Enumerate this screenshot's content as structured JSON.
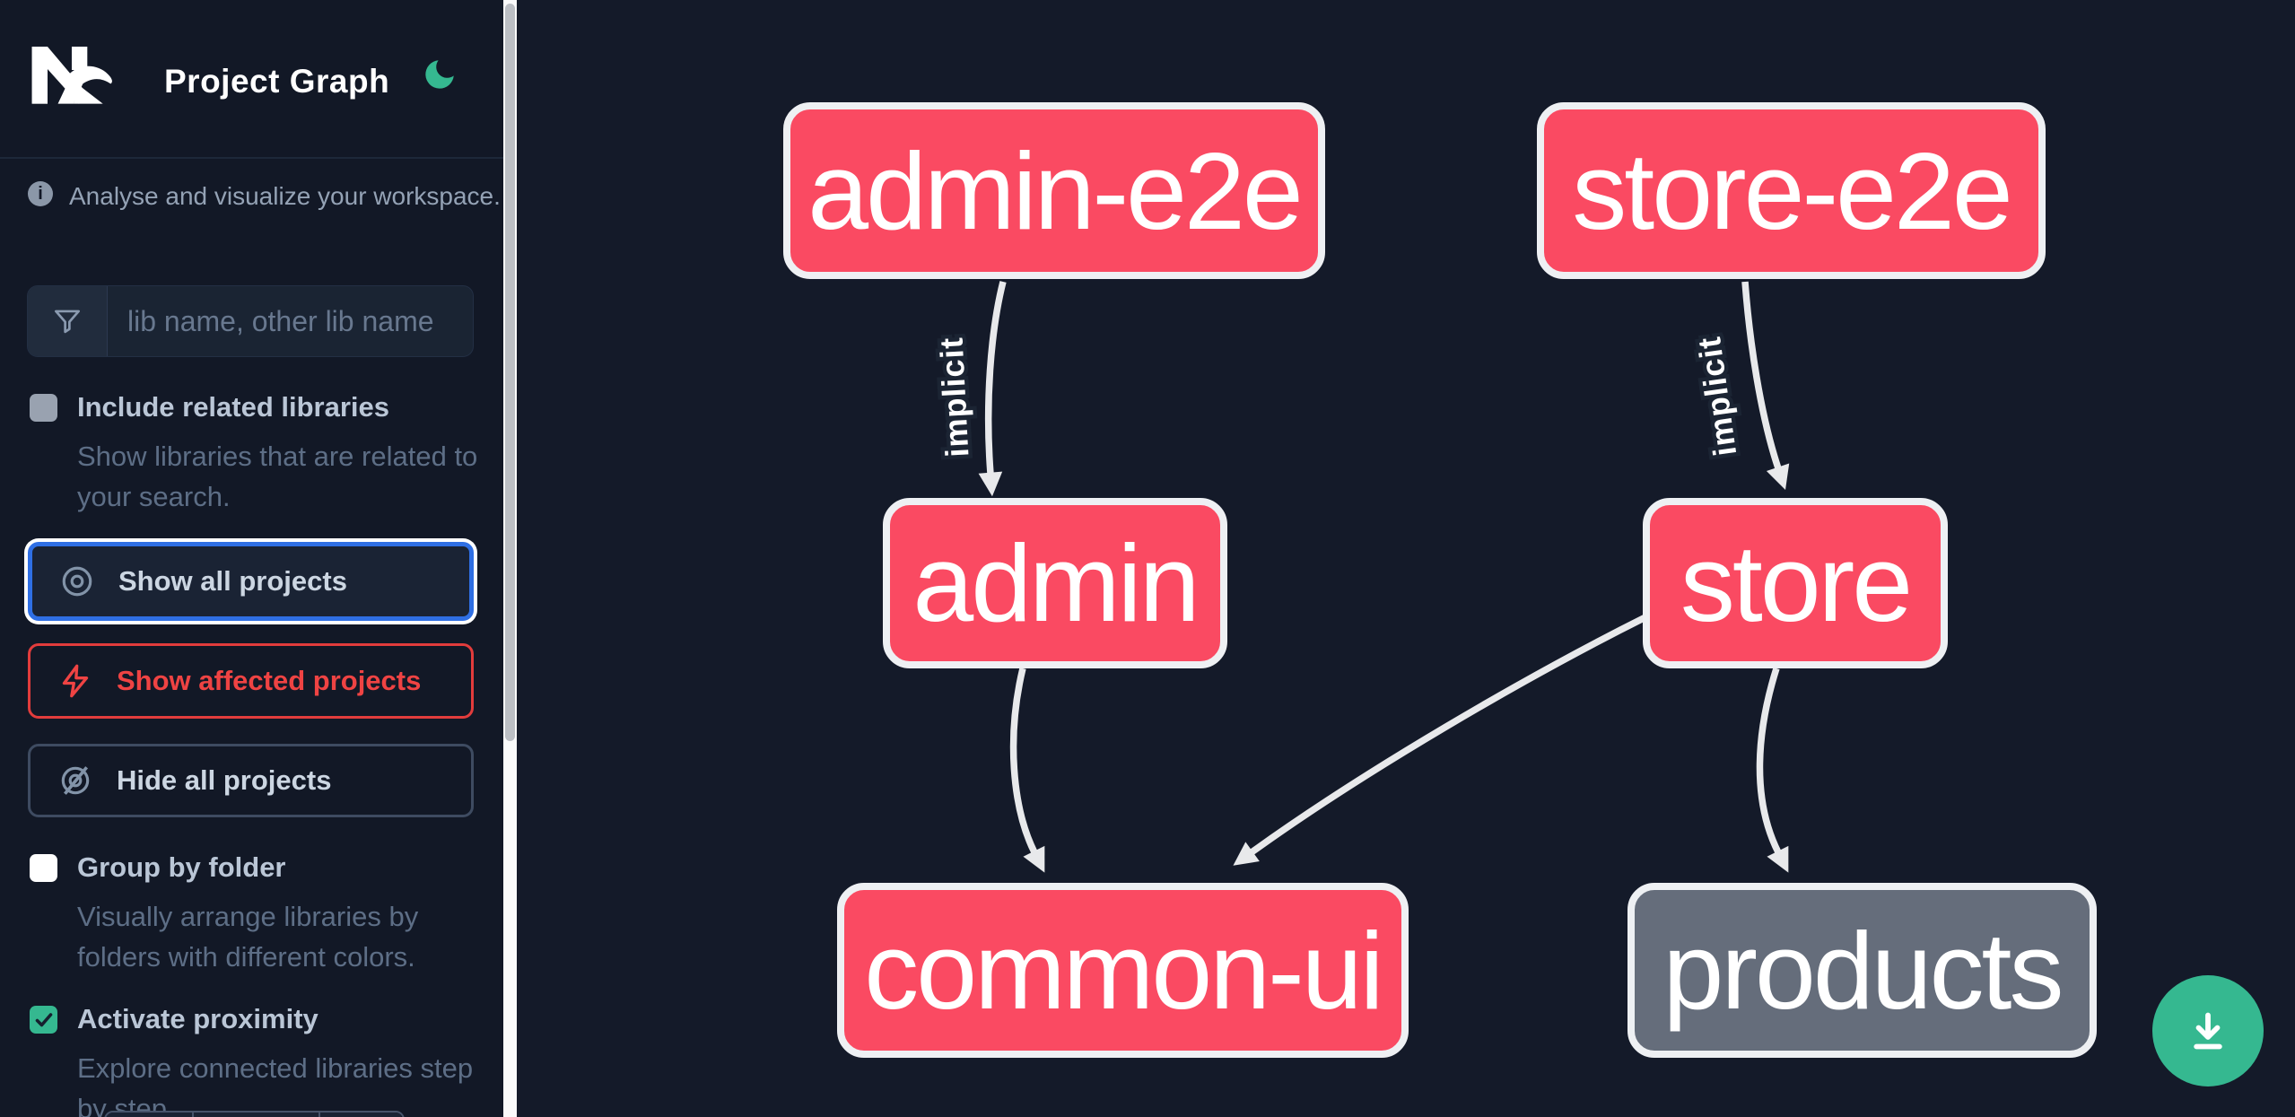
{
  "header": {
    "title": "Project Graph",
    "logo": "Nx",
    "theme_toggle_icon": "moon"
  },
  "sidebar": {
    "tagline": "Analyse and visualize your workspace.",
    "search": {
      "placeholder": "lib name, other lib name",
      "value": "",
      "icon": "funnel-icon"
    },
    "options": [
      {
        "label": "Include related libraries",
        "description": "Show libraries that are related to your search.",
        "checked": false
      },
      {
        "label": "Group by folder",
        "description": "Visually arrange libraries by folders with different colors.",
        "checked": false
      },
      {
        "label": "Activate proximity",
        "description": "Explore connected libraries step by step.",
        "checked": true
      }
    ],
    "buttons": [
      {
        "label": "Show all projects",
        "icon": "eye-icon",
        "state": "focused"
      },
      {
        "label": "Show affected projects",
        "icon": "bolt-icon",
        "state": "danger"
      },
      {
        "label": "Hide all projects",
        "icon": "eye-off-icon",
        "state": "default"
      }
    ]
  },
  "graph": {
    "nodes": [
      {
        "id": "admin-e2e",
        "label": "admin-e2e",
        "color": "pink"
      },
      {
        "id": "store-e2e",
        "label": "store-e2e",
        "color": "pink"
      },
      {
        "id": "admin",
        "label": "admin",
        "color": "pink"
      },
      {
        "id": "store",
        "label": "store",
        "color": "pink"
      },
      {
        "id": "common-ui",
        "label": "common-ui",
        "color": "pink"
      },
      {
        "id": "products",
        "label": "products",
        "color": "gray"
      }
    ],
    "edges": [
      {
        "source": "admin-e2e",
        "target": "admin",
        "label": "implicit"
      },
      {
        "source": "store-e2e",
        "target": "store",
        "label": "implicit"
      },
      {
        "source": "admin",
        "target": "common-ui",
        "label": ""
      },
      {
        "source": "store",
        "target": "common-ui",
        "label": ""
      },
      {
        "source": "store",
        "target": "products",
        "label": ""
      }
    ]
  },
  "actions": {
    "download_button_icon": "download-icon"
  },
  "colors": {
    "accent_green": "#35b890",
    "node_pink": "#fa4a62",
    "node_gray": "#656d7b",
    "node_border": "#eef0f3",
    "edge": "#e8e9eb",
    "focus_blue": "#2f6fe4",
    "danger_red": "#e23c3c",
    "sidebar_bg": "#121826",
    "canvas_bg": "#141a29"
  }
}
